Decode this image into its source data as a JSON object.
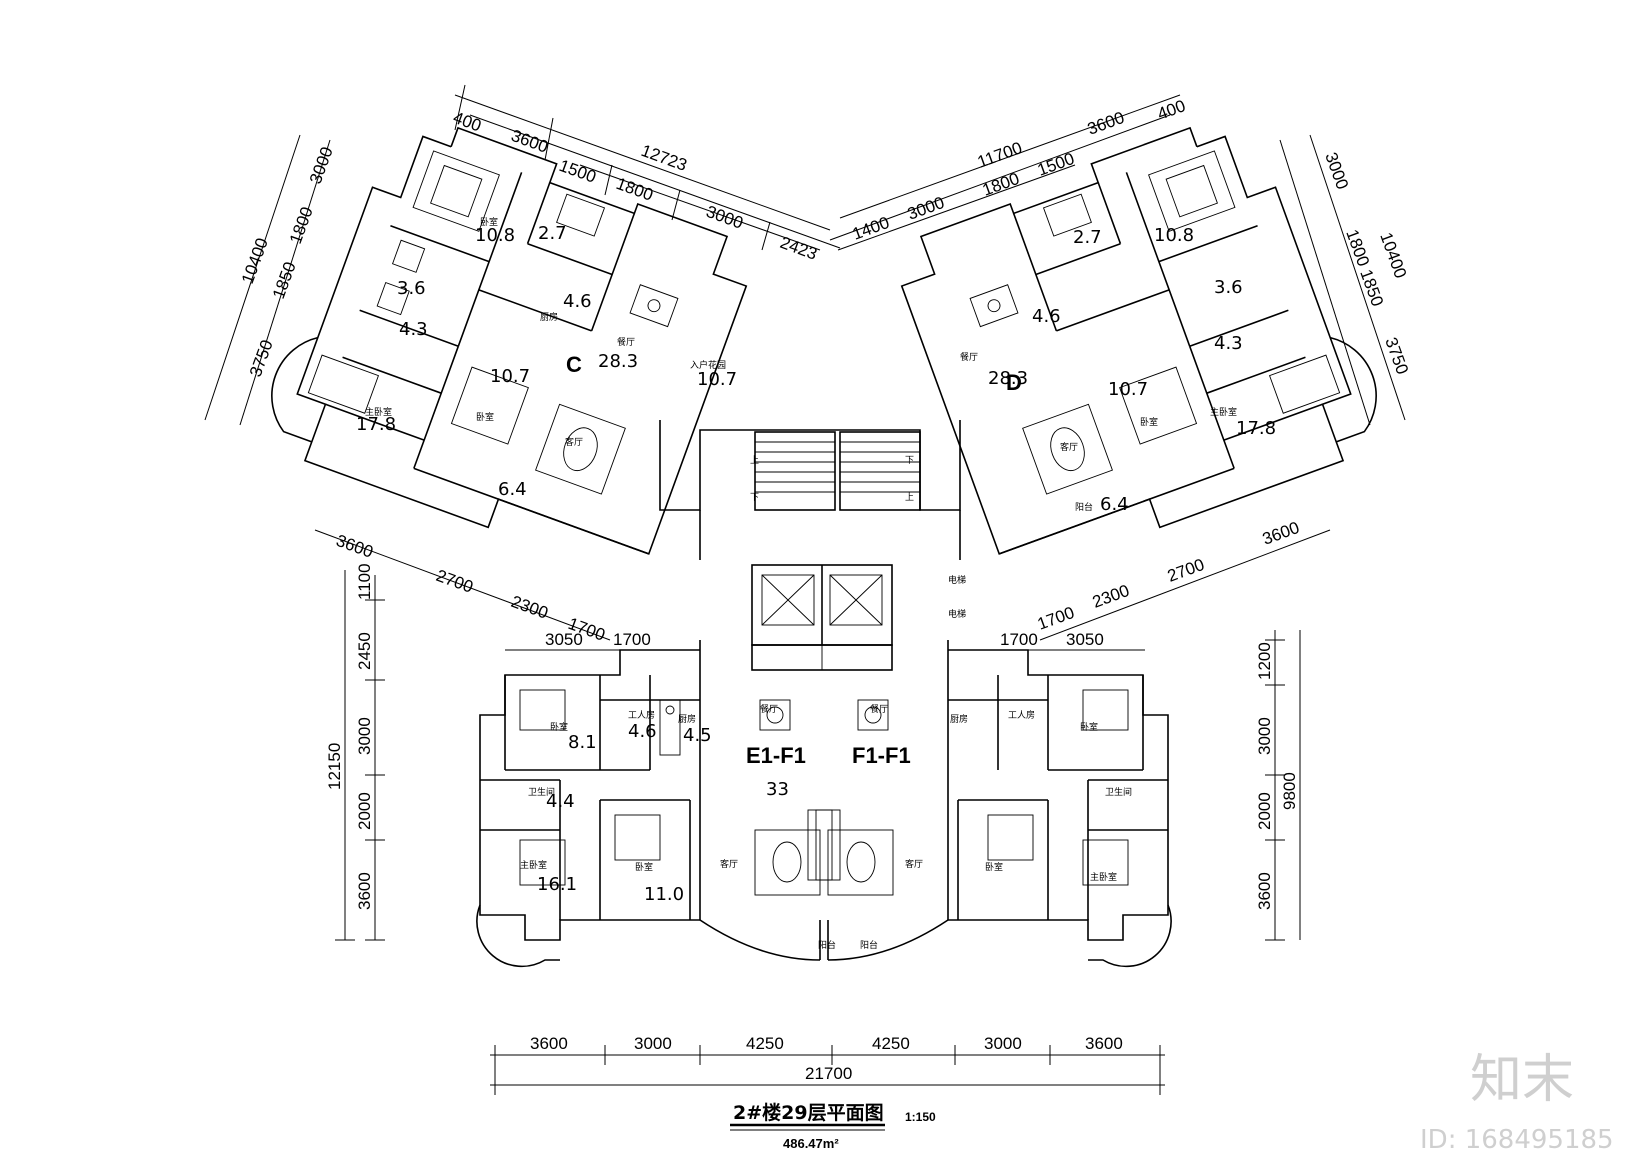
{
  "title": "2#楼29层平面图",
  "scale": "1:150",
  "total_area": "486.47m²",
  "watermark": {
    "logo": "知末",
    "id": "ID: 168495185"
  },
  "units": {
    "c": "C",
    "d": "D",
    "e": "E1-F1",
    "f": "F1-F1"
  },
  "dims": {
    "top_left": [
      "400",
      "3600",
      "12723",
      "1500",
      "1800",
      "3000",
      "2423"
    ],
    "top_right": [
      "11700",
      "3600",
      "400",
      "1400",
      "3000",
      "1800",
      "1500"
    ],
    "left_c": [
      "3000",
      "1800",
      "10400",
      "1850",
      "3750"
    ],
    "right_d": [
      "3000",
      "1800",
      "10400",
      "1850",
      "3750"
    ],
    "mid_left": [
      "3600",
      "2700",
      "2300",
      "1700"
    ],
    "mid_right": [
      "1700",
      "2300",
      "2700",
      "3600"
    ],
    "left_e": [
      "1100",
      "2450",
      "12150",
      "3000",
      "2000",
      "3600"
    ],
    "right_f": [
      "1200",
      "3000",
      "9800",
      "2000",
      "3600"
    ],
    "upper_e": [
      "3050",
      "1700"
    ],
    "upper_f": [
      "1700",
      "3050"
    ],
    "bottom": [
      "3600",
      "3000",
      "4250",
      "4250",
      "3000",
      "3600"
    ],
    "bottom_total": "21700"
  },
  "areas": {
    "c": [
      "10.8",
      "2.7",
      "3.6",
      "4.6",
      "4.3",
      "28.3",
      "10.7",
      "10.7",
      "17.8",
      "6.4"
    ],
    "d": [
      "10.8",
      "2.7",
      "3.6",
      "4.6",
      "4.3",
      "28.3",
      "10.7",
      "17.8",
      "6.4"
    ],
    "e": [
      "8.1",
      "4.6",
      "4.5",
      "4.4",
      "16.1",
      "11.0",
      "33"
    ]
  },
  "rooms": {
    "bedroom": "卧室",
    "master_bedroom": "主卧室",
    "kitchen": "厨房",
    "bath": "卫生间",
    "worker": "工人房",
    "dining": "餐厅",
    "living": "客厅",
    "balcony": "阳台",
    "entrance": "入户花园",
    "elevator": "电梯",
    "up": "上",
    "down": "下"
  }
}
